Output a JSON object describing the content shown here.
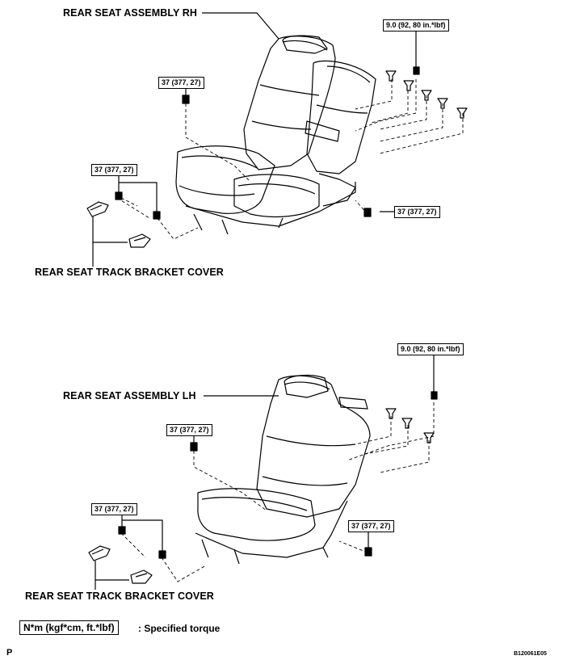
{
  "upper": {
    "title": "REAR SEAT ASSEMBLY RH",
    "torque_top": "9.0 (92, 80 in.*lbf)",
    "torque_a": "37 (377, 27)",
    "torque_b": "37 (377, 27)",
    "torque_c": "37 (377, 27)",
    "cover_label": "REAR SEAT TRACK BRACKET COVER"
  },
  "lower": {
    "title": "REAR SEAT ASSEMBLY LH",
    "torque_top": "9.0 (92, 80 in.*lbf)",
    "torque_a": "37 (377, 27)",
    "torque_b": "37 (377, 27)",
    "torque_c": "37 (377, 27)",
    "cover_label": "REAR SEAT TRACK BRACKET COVER"
  },
  "legend": {
    "box": "N*m (kgf*cm, ft.*lbf)",
    "text": ": Specified torque"
  },
  "footer": {
    "corner_letter": "P",
    "figure_code": "B120061E05"
  }
}
